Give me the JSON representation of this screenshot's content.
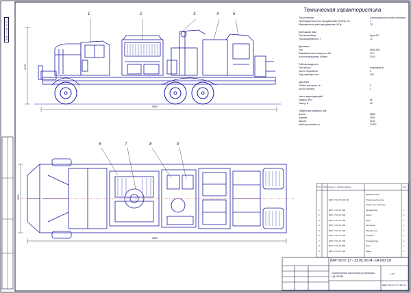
{
  "corner_tag": "ВКР 17.01.17.КС",
  "spec": {
    "title": "Техническая характеристика",
    "rows": [
      {
        "label": "Тип установки",
        "value": "Самоходная насосная установка"
      },
      {
        "label": "Производительность при давлении 21 МПа, л/с",
        "value": "7"
      },
      {
        "label": "Максимальное рабочее давление, МПа",
        "value": "70"
      },
      {
        "label": "Монтажная база",
        "value": ""
      },
      {
        "label": "Тип автомобиля",
        "value": "Краз-257"
      },
      {
        "label": "Грузоподъёмность, т",
        "value": "12"
      },
      {
        "label": "Двигатель",
        "value": ""
      },
      {
        "label": "Тип",
        "value": "ЯМЗ-238"
      },
      {
        "label": "Максимальная мощность, кВт",
        "value": "176"
      },
      {
        "label": "Частота вращения, об/мин",
        "value": "2100"
      },
      {
        "label": "Рабочая жидкость",
        "value": ""
      },
      {
        "label": "Тип насоса",
        "value": "плунжерный"
      },
      {
        "label": "Число плунжеров",
        "value": "3"
      },
      {
        "label": "Ход плунжера, мм",
        "value": "160"
      },
      {
        "label": "Цистерна",
        "value": ""
      },
      {
        "label": "Объём цистерны, м³",
        "value": "6"
      },
      {
        "label": "Число отсеков",
        "value": "2"
      },
      {
        "label": "Насос водоподающий",
        "value": ""
      },
      {
        "label": "Подача, м³/ч",
        "value": "60"
      },
      {
        "label": "Напор, м",
        "value": "30"
      },
      {
        "label": "Габаритные размеры, мм",
        "value": ""
      },
      {
        "label": "длина",
        "value": "9880"
      },
      {
        "label": "ширина",
        "value": "2500"
      },
      {
        "label": "высота",
        "value": "3100"
      },
      {
        "label": "Масса установки, кг",
        "value": "22500"
      }
    ]
  },
  "callouts": [
    "1",
    "2",
    "3",
    "4",
    "5",
    "6",
    "7",
    "8",
    "9"
  ],
  "dimensions": {
    "length_top": "9880",
    "length_bottom": "9880",
    "height_side": "3100",
    "width_plan": "2500"
  },
  "parts_table": {
    "headers": [
      "Поз.",
      "Обозначение",
      "Наименование",
      "Кол."
    ],
    "rows": [
      {
        "pos": "",
        "code": "",
        "name": "Документация",
        "qty": ""
      },
      {
        "pos": "",
        "code": "ВКР 17.01.17.000 СБ",
        "name": "Сборочный чертёж",
        "qty": ""
      },
      {
        "pos": "",
        "code": "",
        "name": "Сборочные единицы",
        "qty": ""
      },
      {
        "pos": "1",
        "code": "ВКР 17.01.17.100",
        "name": "Автомобиль",
        "qty": "1"
      },
      {
        "pos": "2",
        "code": "ВКР 17.01.17.200",
        "name": "Насос",
        "qty": "1"
      },
      {
        "pos": "3",
        "code": "ВКР 17.01.17.300",
        "name": "Кран",
        "qty": "1"
      },
      {
        "pos": "4",
        "code": "ВКР 17.01.17.400",
        "name": "Цистерна",
        "qty": "1"
      },
      {
        "pos": "5",
        "code": "ВКР 17.01.17.500",
        "name": "Манифольд",
        "qty": "1"
      },
      {
        "pos": "6",
        "code": "ВКР 17.01.17.600",
        "name": "Коробка",
        "qty": "1"
      },
      {
        "pos": "7",
        "code": "ВКР 17.01.17.700",
        "name": "Трансмиссия",
        "qty": "1"
      },
      {
        "pos": "8",
        "code": "ВКР 17.01.17.800",
        "name": "Блок",
        "qty": "1"
      },
      {
        "pos": "9",
        "code": "ВКР 17.01.17.900",
        "name": "Рама",
        "qty": "1"
      }
    ]
  },
  "stamp": {
    "code": "ВКР 00.67.17 - 13.06.00.04 - 04.000 СБ",
    "title": "Самоходная насосная установка ЦА-320М",
    "sheet_code": "ВКР 00.67.17.КС-8",
    "scale": "1:25"
  },
  "colors": {
    "line": "#1a1aa0",
    "frame": "#1a1a3a"
  }
}
